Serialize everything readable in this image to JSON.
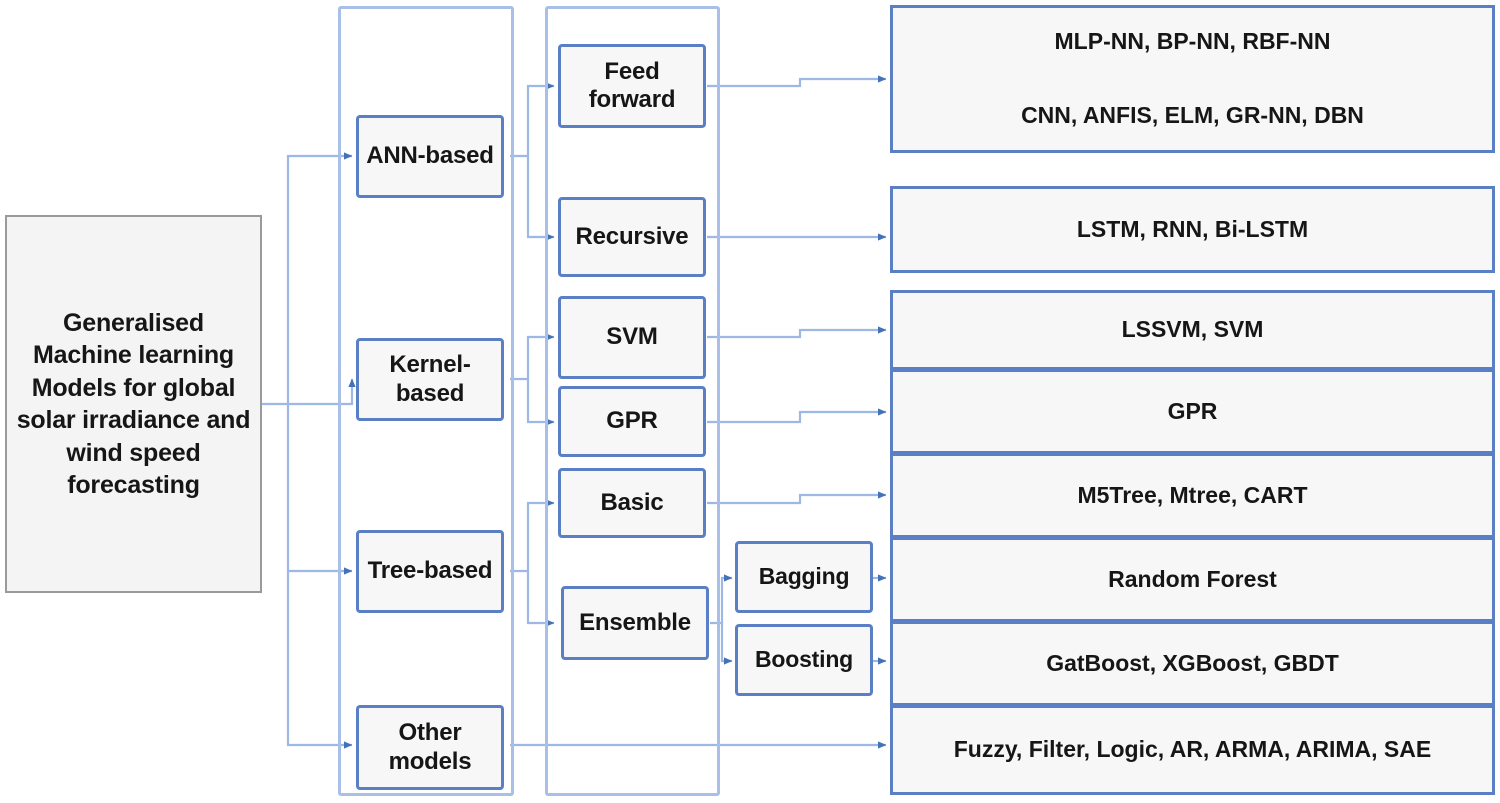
{
  "diagram": {
    "title": "Generalised Machine learning Models for global solar irradiance and wind speed forecasting",
    "root": {
      "label": "Generalised Machine learning Models for global solar irradiance and wind speed forecasting"
    },
    "level1": [
      {
        "id": "ann",
        "label": "ANN-based"
      },
      {
        "id": "kernel",
        "label": "Kernel-based"
      },
      {
        "id": "tree",
        "label": "Tree-based"
      },
      {
        "id": "other",
        "label": "Other models"
      }
    ],
    "level2": [
      {
        "id": "feedforward",
        "label": "Feed forward"
      },
      {
        "id": "recursive",
        "label": "Recursive"
      },
      {
        "id": "svm",
        "label": "SVM"
      },
      {
        "id": "gpr",
        "label": "GPR"
      },
      {
        "id": "basic",
        "label": "Basic"
      },
      {
        "id": "ensemble",
        "label": "Ensemble"
      }
    ],
    "level3": [
      {
        "id": "bagging",
        "label": "Bagging"
      },
      {
        "id": "boosting",
        "label": "Boosting"
      }
    ],
    "leaves": [
      {
        "id": "leaf-ann",
        "lines": [
          "MLP-NN, BP-NN, RBF-NN",
          "CNN, ANFIS, ELM, GR-NN, DBN"
        ]
      },
      {
        "id": "leaf-rec",
        "lines": [
          "LSTM, RNN, Bi-LSTM"
        ]
      },
      {
        "id": "leaf-svm",
        "lines": [
          "LSSVM, SVM"
        ]
      },
      {
        "id": "leaf-gpr",
        "lines": [
          "GPR"
        ]
      },
      {
        "id": "leaf-basic",
        "lines": [
          "M5Tree, Mtree, CART"
        ]
      },
      {
        "id": "leaf-bagging",
        "lines": [
          "Random Forest"
        ]
      },
      {
        "id": "leaf-boosting",
        "lines": [
          "GatBoost, XGBoost, GBDT"
        ]
      },
      {
        "id": "leaf-other",
        "lines": [
          "Fuzzy, Filter, Logic, AR, ARMA, ARIMA, SAE"
        ]
      }
    ],
    "colors": {
      "node_border": "#5b7fc4",
      "node_fill": "#f7f7f7",
      "container_border": "#a8c0e8",
      "connector": "#9db9e3",
      "arrow": "#4472b8",
      "root_border": "#9a9a9a",
      "text": "#161616"
    }
  }
}
